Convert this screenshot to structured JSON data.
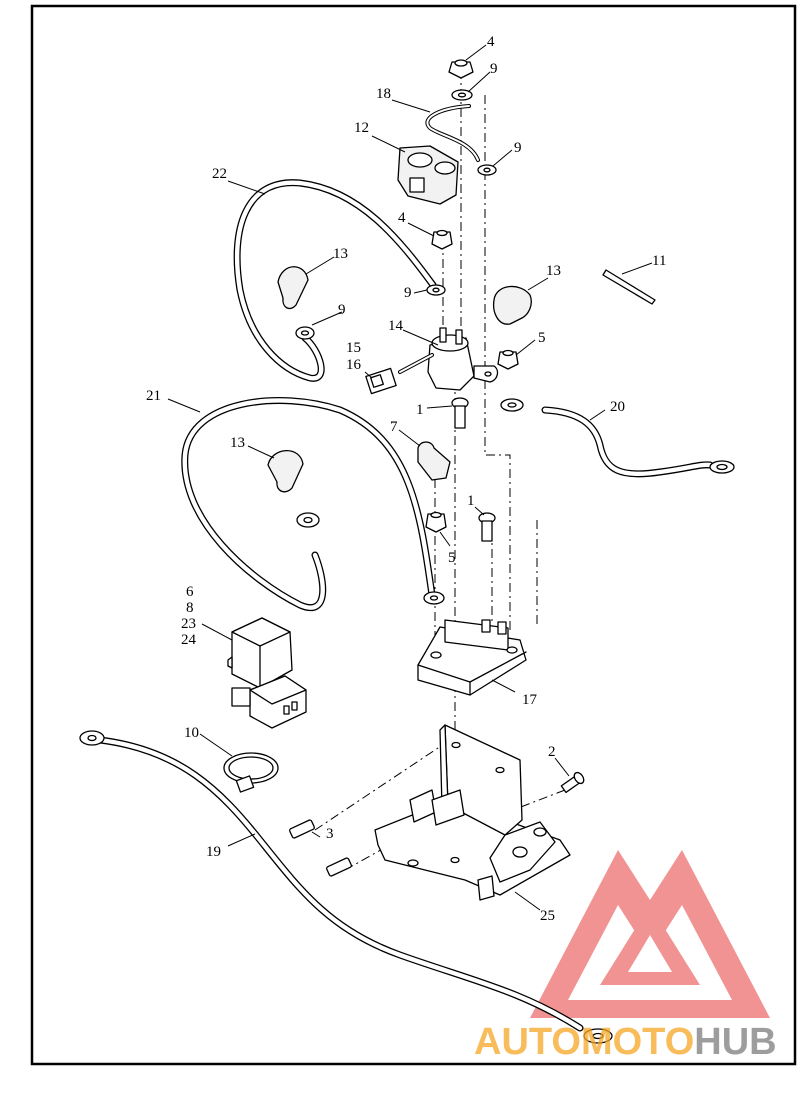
{
  "callouts": {
    "c4a": "4",
    "c9a": "9",
    "c18": "18",
    "c9b": "9",
    "c12": "12",
    "c22": "22",
    "c4b": "4",
    "c13a": "13",
    "c13b": "13",
    "c11": "11",
    "c9c": "9",
    "c9d": "9",
    "c14": "14",
    "c5a": "5",
    "c15": "15",
    "c16": "16",
    "c21": "21",
    "c1a": "1",
    "c20": "20",
    "c7": "7",
    "c13c": "13",
    "c1b": "1",
    "c5b": "5",
    "c6": "6",
    "c8": "8",
    "c23": "23",
    "c24": "24",
    "c17": "17",
    "c10": "10",
    "c2": "2",
    "c3": "3",
    "c19": "19",
    "c25": "25"
  },
  "watermark": {
    "part1": "AUTO",
    "part2": "MOTO",
    "part3": "HUB",
    "color_red": "#e63b3b",
    "color_orange": "#f5a623",
    "color_gray": "#8c8c8c"
  }
}
